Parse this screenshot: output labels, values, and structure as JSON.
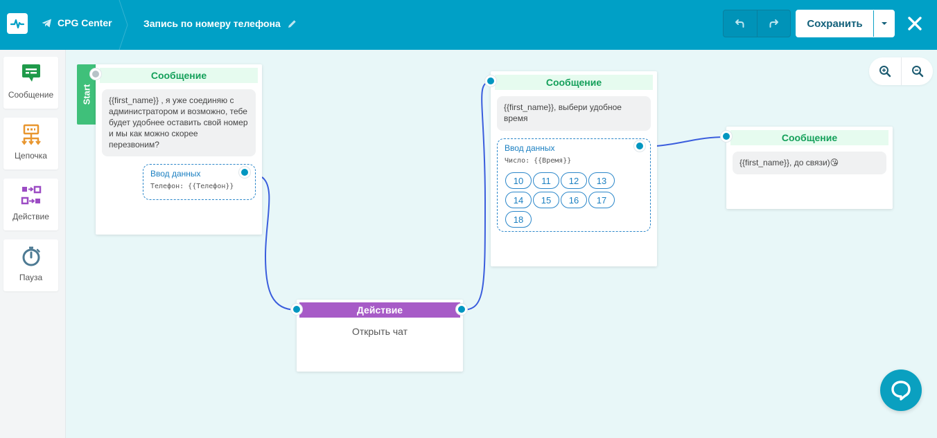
{
  "header": {
    "brand": "CPG Center",
    "flow_title": "Запись по номеру телефона",
    "save_label": "Сохранить"
  },
  "sidebar": {
    "items": [
      {
        "label": "Сообщение",
        "icon": "message-icon"
      },
      {
        "label": "Цепочка",
        "icon": "chain-icon"
      },
      {
        "label": "Действие",
        "icon": "action-icon"
      },
      {
        "label": "Пауза",
        "icon": "timer-icon"
      }
    ]
  },
  "canvas": {
    "start_label": "Start",
    "node1": {
      "title": "Сообщение",
      "text": "{{first_name}} , я уже соединяю с администратором и возможно, тебе будет удобнее оставить свой номер и мы как можно скорее перезвоним?",
      "input_title": "Ввод данных",
      "input_sub": "Телефон: {{Телефон}}"
    },
    "action_node": {
      "title": "Действие",
      "text": "Открыть чат"
    },
    "node2": {
      "title": "Сообщение",
      "text": "{{first_name}}, выбери удобное время",
      "input_title": "Ввод данных",
      "input_sub": "Число: {{Время}}",
      "chips": [
        "10",
        "11",
        "12",
        "13",
        "14",
        "15",
        "16",
        "17",
        "18"
      ]
    },
    "node3": {
      "title": "Сообщение",
      "text": "{{first_name}}, до связи)",
      "emoji": "😘"
    }
  },
  "colors": {
    "header": "#00a0c6",
    "canvas": "#e8f7f8",
    "message_head": "#14a05a",
    "action_head": "#a75bc7",
    "connector": "#3a5ddd"
  }
}
